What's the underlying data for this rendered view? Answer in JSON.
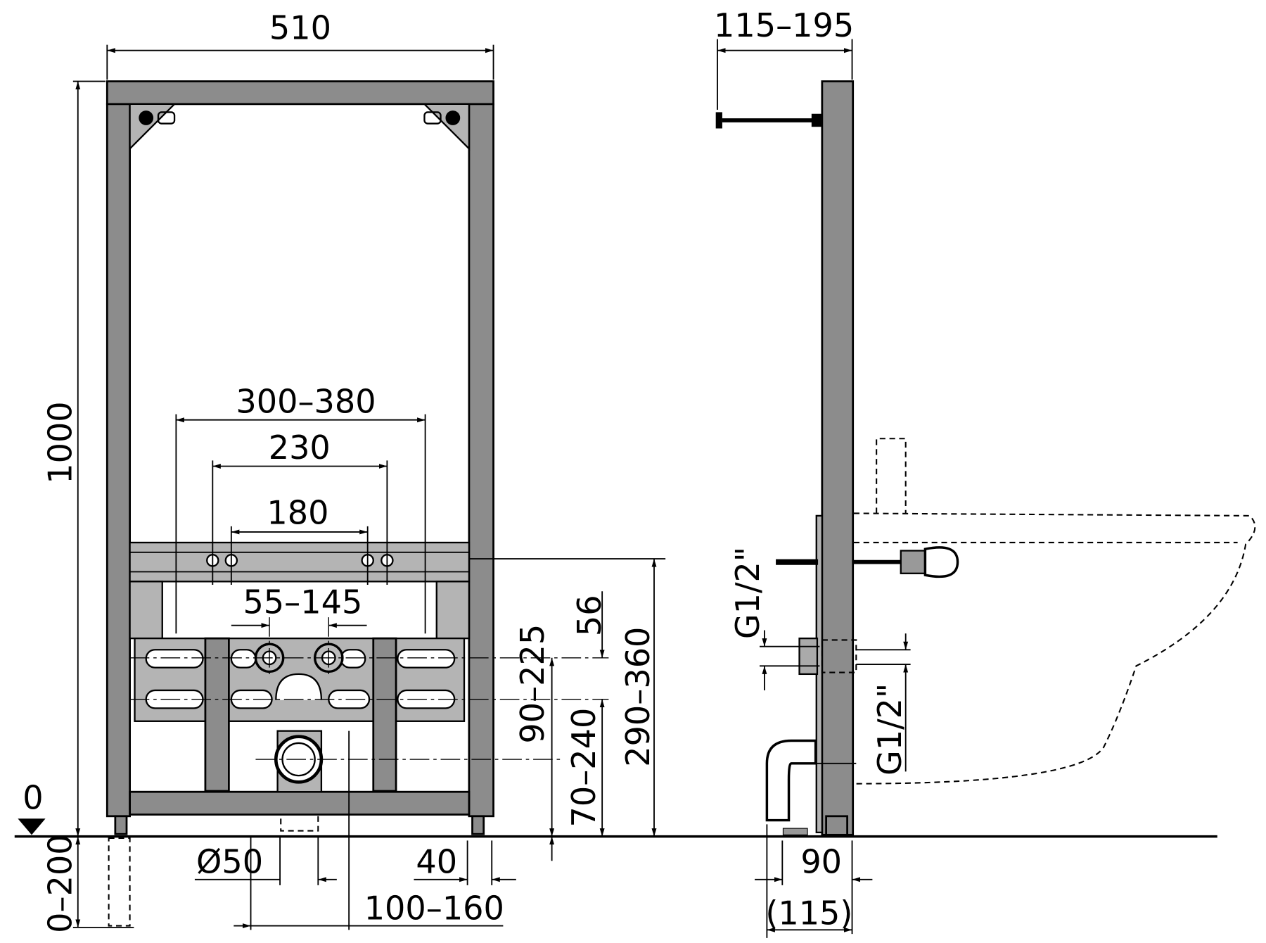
{
  "dimensions": {
    "width_frame": "510",
    "depth_adjust": "115–195",
    "height_frame": "1000",
    "fixing_300_380": "300–380",
    "fixing_230": "230",
    "fixing_180": "180",
    "inlet_spacing": "55–145",
    "offset_56": "56",
    "inlet_height": "90–225",
    "fixing_height": "290–360",
    "drain_height": "70–240",
    "thread_top": "G1/2\"",
    "thread_bottom": "G1/2\"",
    "floor_zero": "0",
    "foot_adjust": "0–200",
    "drain_diameter": "Ø50",
    "foot_width": "40",
    "drain_offset": "100–160",
    "side_depth": "90",
    "side_depth_total": "(115)"
  }
}
